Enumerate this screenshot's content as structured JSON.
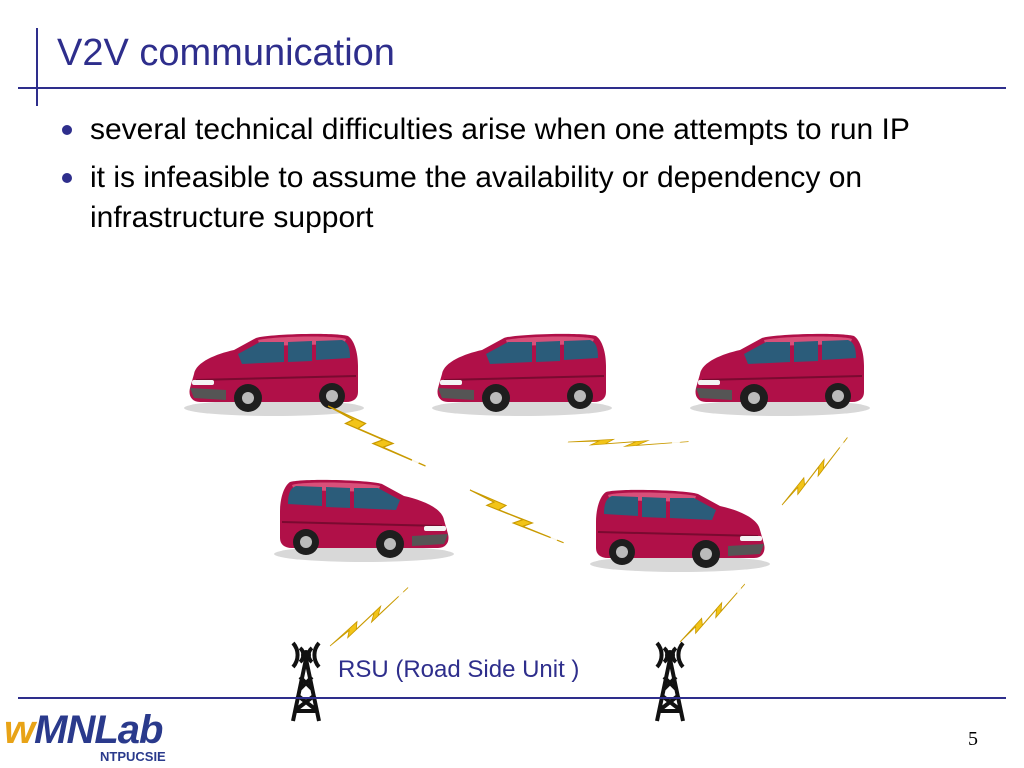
{
  "slide": {
    "title": "V2V communication",
    "bullets": [
      "several technical difficulties arise when one attempts to run IP",
      "it is infeasible to assume the availability or dependency on infrastructure support"
    ],
    "rsu_label": "RSU (Road Side Unit )",
    "page_number": "5"
  },
  "logo": {
    "w": "w",
    "mn": "MN",
    "lab": "Lab",
    "sub": "NTPUCSIE"
  },
  "colors": {
    "accent": "#2e2e8c",
    "van_body": "#b01048",
    "lightning": "#f2c418"
  },
  "icons": [
    "van-icon",
    "lightning-icon",
    "antenna-tower-icon"
  ]
}
